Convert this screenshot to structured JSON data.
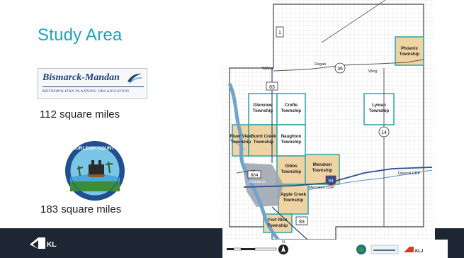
{
  "slide": {
    "title": "Study Area",
    "stat_1": "112 square miles",
    "stat_2": "183 square miles",
    "logo_bismarck": {
      "word": "Bismarck-Mandan",
      "sub": "METROPOLITAN PLANNING ORGANIZATION"
    },
    "seal_label": "BURLEIGH COUNTY",
    "footer_logo_text": "KLJ"
  },
  "map": {
    "townships": [
      {
        "id": "phoenix",
        "line1": "Phoenix",
        "line2": "Township"
      },
      {
        "id": "glenview",
        "line1": "Glenview",
        "line2": "Township"
      },
      {
        "id": "crofte",
        "line1": "Crofte",
        "line2": "Township"
      },
      {
        "id": "lyman",
        "line1": "Lyman",
        "line2": "Township"
      },
      {
        "id": "riverview",
        "line1": "River View",
        "line2": "Township"
      },
      {
        "id": "burnt-creek",
        "line1": "Burnt Creek",
        "line2": "Township"
      },
      {
        "id": "naughton",
        "line1": "Naughton",
        "line2": "Township"
      },
      {
        "id": "gibbs",
        "line1": "Gibbs",
        "line2": "Township"
      },
      {
        "id": "menoken",
        "line1": "Menoken",
        "line2": "Township"
      },
      {
        "id": "apple-creek",
        "line1": "Apple Creek",
        "line2": "Township"
      },
      {
        "id": "fort-rice",
        "line1": "Fort Rice",
        "line2": "Township"
      }
    ],
    "places": {
      "wilton": "Wilton",
      "regan": "Regan",
      "wing": "Wing",
      "menoken_cdp": "Menoken CDP",
      "driscoll_cdp": "Driscoll CDP",
      "bismarck": "Bismarck"
    },
    "routes": {
      "r1": "1",
      "r36": "36",
      "r83a": "83",
      "r14": "14",
      "r804": "804",
      "i94": "94",
      "r83b": "83"
    },
    "legend": {
      "north_arrow": "N",
      "klj": "KLJ"
    },
    "colors": {
      "water": "#6fa4cf",
      "township_fill": "#f0d3a2",
      "township_outline": "#2aa6a6",
      "city": "#9aa2ad",
      "grid": "#cfcfcf"
    }
  }
}
